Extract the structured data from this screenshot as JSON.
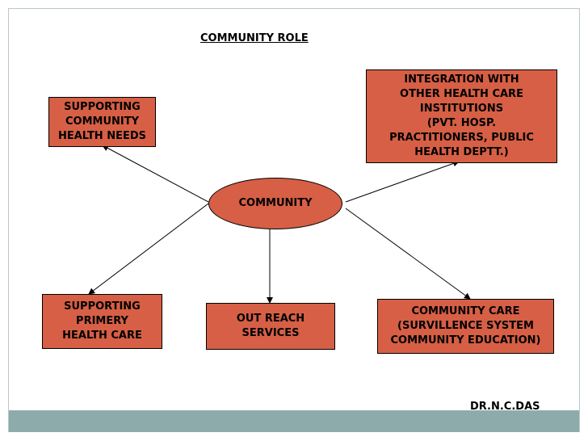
{
  "title": "COMMUNITY ROLE",
  "credit": "DR.N.C.DAS",
  "colors": {
    "node_fill": "#d65f45",
    "bar": "#8eabab",
    "frame": "#b9c8c8"
  },
  "nodes": {
    "center": "COMMUNITY",
    "supporting_needs": "SUPPORTING\nCOMMUNITY\nHEALTH NEEDS",
    "integration": "INTEGRATION WITH\nOTHER HEALTH CARE\nINSTITUTIONS\n(PVT. HOSP.\nPRACTITIONERS, PUBLIC\nHEALTH DEPTT.)",
    "primary_care": "SUPPORTING\nPRIMERY\nHEALTH CARE",
    "outreach": "OUT REACH\nSERVICES",
    "community_care": "COMMUNITY CARE\n(SURVILLENCE SYSTEM\nCOMMUNITY EDUCATION)"
  }
}
